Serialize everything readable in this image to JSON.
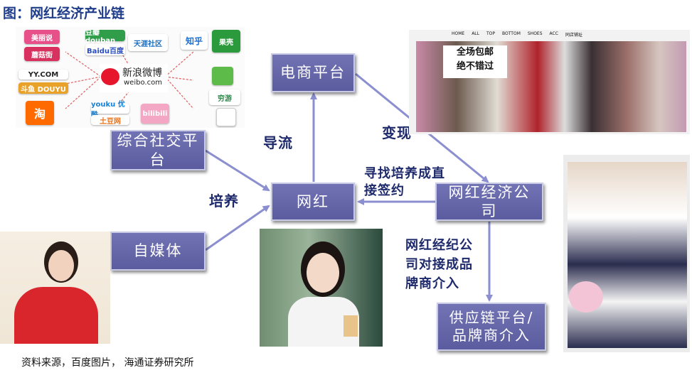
{
  "title": "图：网红经济产业链",
  "source": "资料来源，百度图片， 海通证券研究所",
  "nodes": {
    "ecommerce": "电商平台",
    "social": "综合社交平台",
    "selfmedia": "自媒体",
    "influencer": "网红",
    "company": "网红经济公司",
    "supply": "供应链平台/品牌商介入"
  },
  "edges": {
    "traffic": "导流",
    "monetize": "变现",
    "cultivate": "培养",
    "recruit": "寻找培养成直接签约",
    "broker": "网红经纪公司对接成品牌商介入"
  },
  "weibo_logo": {
    "name": "新浪微博",
    "domain": "weibo.com"
  },
  "logos": [
    "美丽说",
    "蘑菇街",
    "豆瓣 douban",
    "Baidu百度",
    "天涯社区",
    "知乎",
    "果壳",
    "YY.COM",
    "斗鱼 DOUYU",
    "淘",
    "youku 优酷",
    "土豆网",
    "bilibili",
    "穷游"
  ],
  "store": {
    "nav": [
      "HOME",
      "ALL",
      "TOP",
      "BOTTOM",
      "SHOES",
      "ACC",
      "同店铺址"
    ],
    "banner_line1": "全场包邮",
    "banner_line2": "绝不错过"
  },
  "colors": {
    "box": "#6566aa",
    "arrow": "#8b8fd0",
    "label": "#1e2a6b",
    "title": "#1f3d8a"
  }
}
